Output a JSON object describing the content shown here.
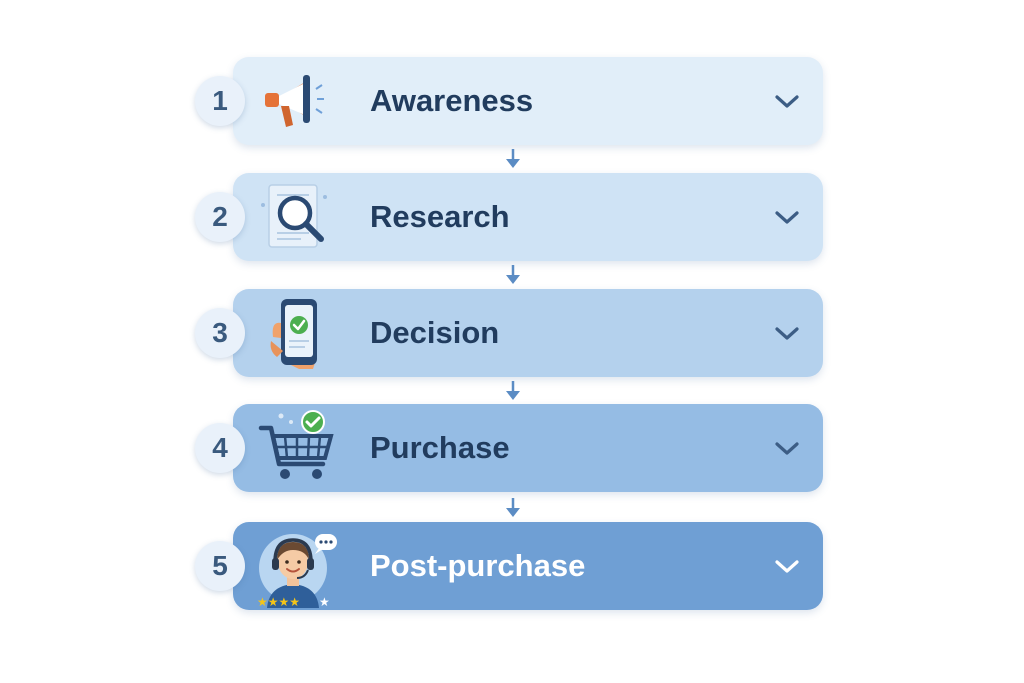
{
  "stages": [
    {
      "number": "1",
      "label": "Awareness",
      "icon": "megaphone-icon",
      "color": "#e1eef9"
    },
    {
      "number": "2",
      "label": "Research",
      "icon": "magnifier-document-icon",
      "color": "#cfe3f5"
    },
    {
      "number": "3",
      "label": "Decision",
      "icon": "phone-checkmark-icon",
      "color": "#b4d1ed"
    },
    {
      "number": "4",
      "label": "Purchase",
      "icon": "shopping-cart-icon",
      "color": "#95bce4"
    },
    {
      "number": "5",
      "label": "Post-purchase",
      "icon": "support-agent-icon",
      "color": "#6f9fd4"
    }
  ],
  "colors": {
    "label_dark": "#213c5e",
    "label_light": "#ffffff",
    "connector": "#5b8cc4",
    "chevron": "#3c5d85"
  }
}
